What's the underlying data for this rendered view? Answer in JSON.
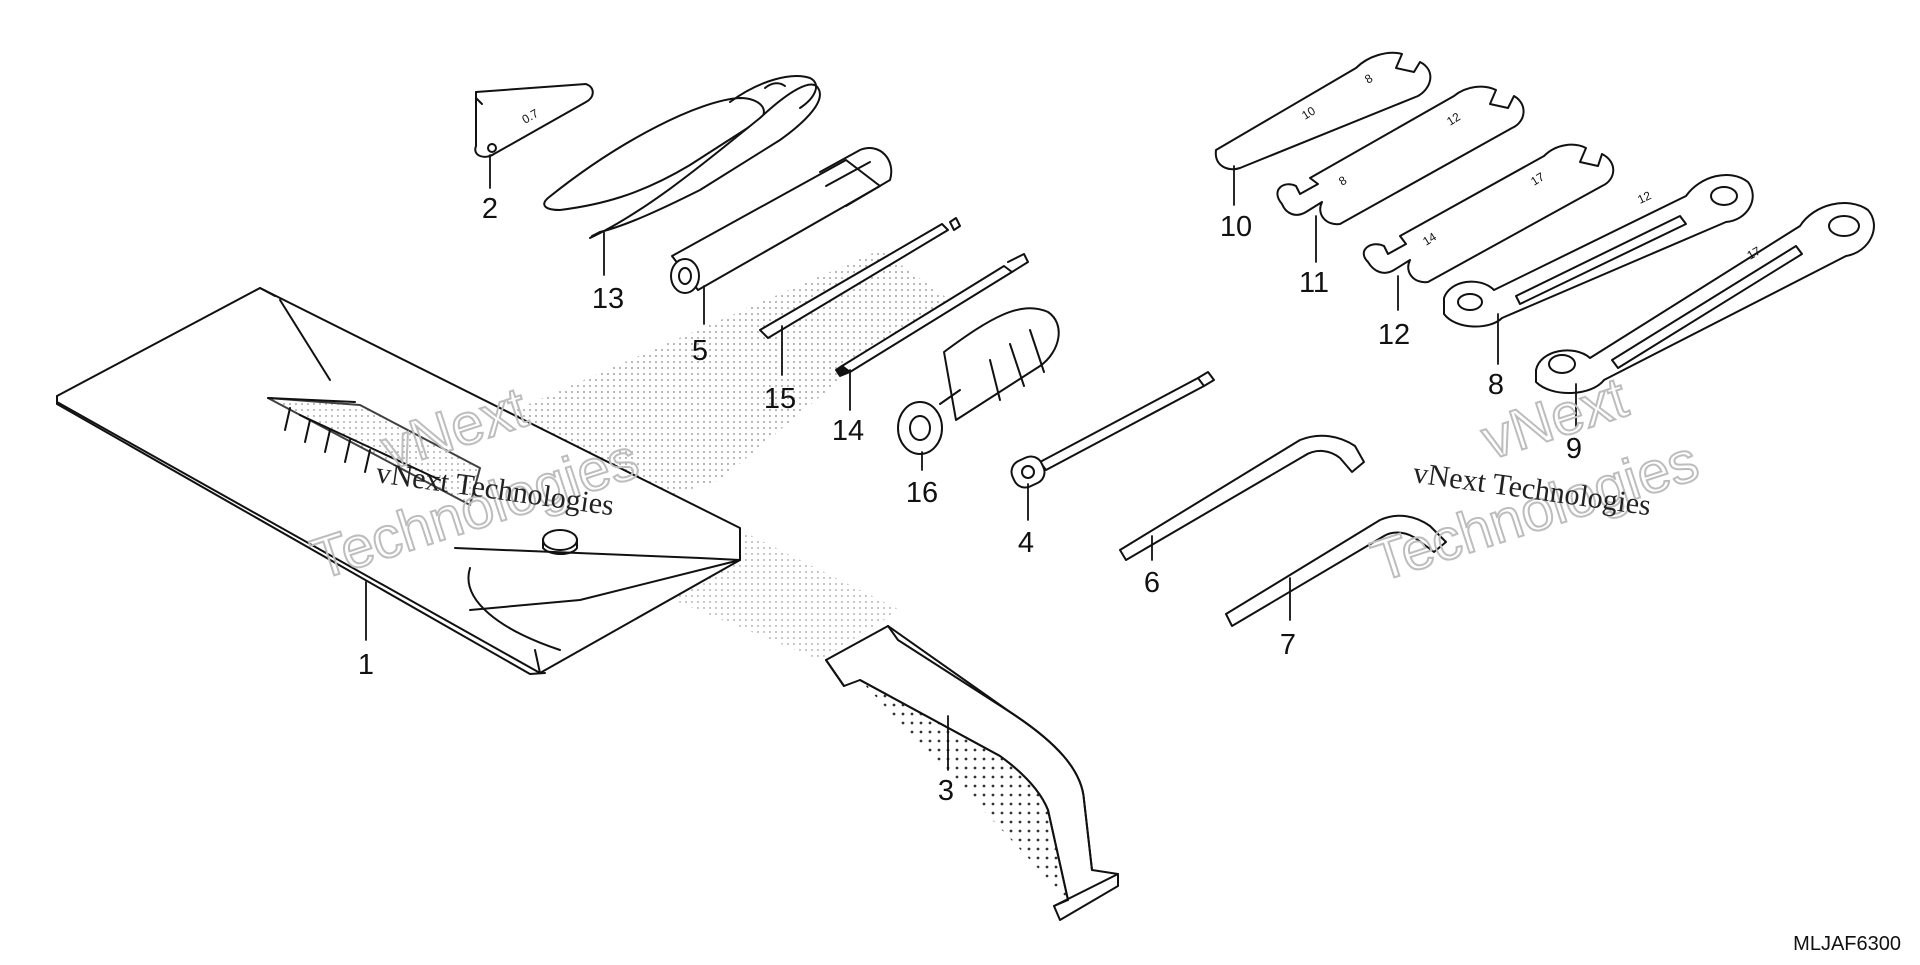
{
  "diagram": {
    "callouts": {
      "c1": "1",
      "c2": "2",
      "c3": "3",
      "c4": "4",
      "c5": "5",
      "c6": "6",
      "c7": "7",
      "c8": "8",
      "c9": "9",
      "c10": "10",
      "c11": "11",
      "c12": "12",
      "c13": "13",
      "c14": "14",
      "c15": "15",
      "c16": "16"
    },
    "code": "MLJAF6300",
    "watermark": {
      "line1": "vNext",
      "line2": "Technologies",
      "full": "vNext Technologies"
    }
  }
}
